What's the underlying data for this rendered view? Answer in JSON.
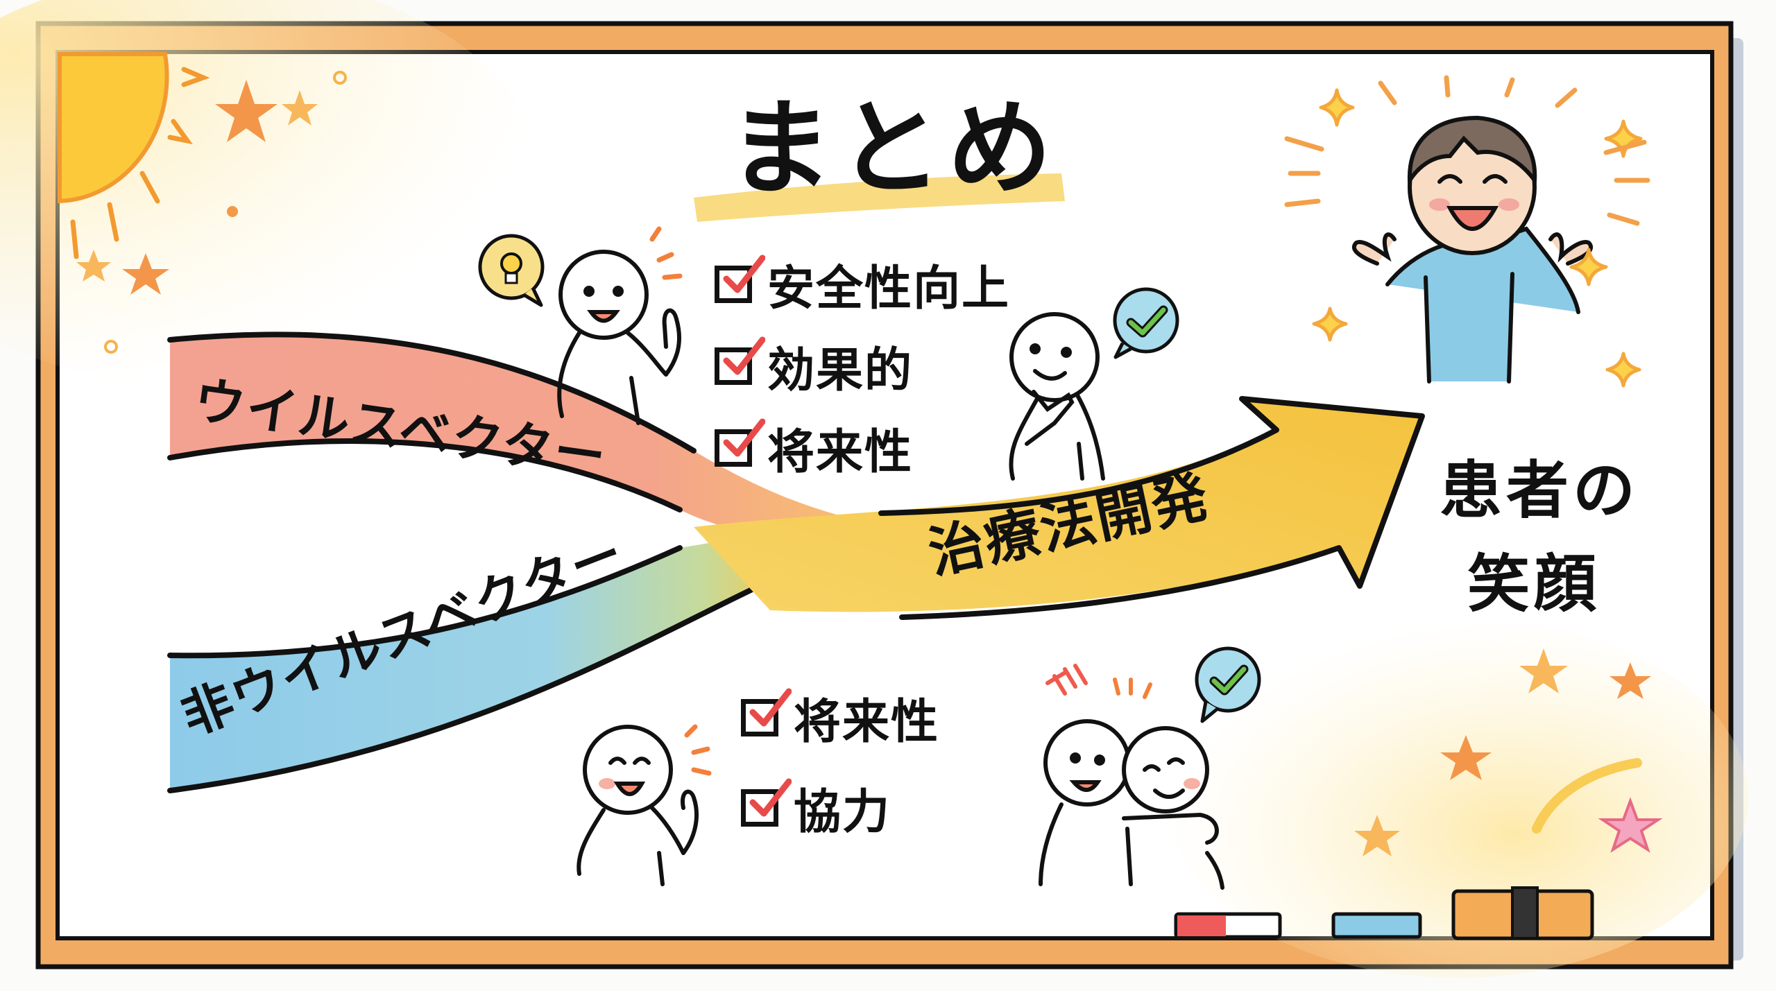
{
  "title": "まとめ",
  "ribbons": {
    "viral": {
      "label": "ウイルスベクター",
      "color": "#f4a08f"
    },
    "non_viral": {
      "label": "非ウイルスベクター",
      "color": "#8fcbe8"
    }
  },
  "arrow": {
    "label": "治療法開発",
    "color": "#f6c94a"
  },
  "goal": {
    "line1": "患者の",
    "line2": "笑顔"
  },
  "checklist_top": {
    "items": [
      {
        "label": "安全性向上",
        "checked": true
      },
      {
        "label": "効果的",
        "checked": true
      },
      {
        "label": "将来性",
        "checked": true
      }
    ]
  },
  "checklist_bottom": {
    "items": [
      {
        "label": "将来性",
        "checked": true
      },
      {
        "label": "協力",
        "checked": true
      }
    ]
  },
  "icons": {
    "lightbulb": "lightbulb-icon",
    "check_bubble": "check-bubble-icon",
    "sun": "sun-icon",
    "star": "star-icon",
    "sparkle": "sparkle-icon"
  },
  "colors": {
    "frame": "#f2ab63",
    "frame_outline": "#111111",
    "board": "#ffffff",
    "check_red": "#e84a4a",
    "check_green": "#6cc24a",
    "bubble_blue": "#a9dcec",
    "bulb_yellow": "#f8e08a",
    "shirt_blue": "#8ccbe6",
    "hair_brown": "#7d6a5e"
  }
}
